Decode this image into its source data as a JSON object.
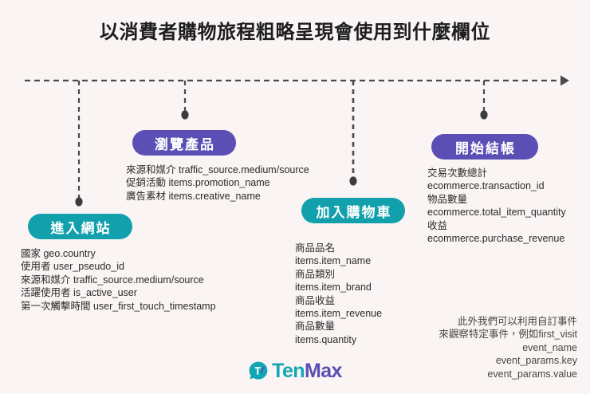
{
  "page": {
    "title": "以消費者購物旅程粗略呈現會使用到什麼欄位",
    "background_color": "#faf4f4",
    "teal": "#12a0ad",
    "purple": "#5b4fb5",
    "line_color": "#4a4a4a"
  },
  "stages": [
    {
      "id": "enter-site",
      "label": "進入網站",
      "color": "teal",
      "fields": [
        {
          "label": "國家",
          "key": "geo.country"
        },
        {
          "label": "使用者",
          "key": "user_pseudo_id"
        },
        {
          "label": "來源和媒介",
          "key": "traffic_source.medium/source"
        },
        {
          "label": "活躍使用者",
          "key": "is_active_user"
        },
        {
          "label": "第一次觸擊時間",
          "key": "user_first_touch_timestamp"
        }
      ]
    },
    {
      "id": "browse-product",
      "label": "瀏覽產品",
      "color": "purple",
      "fields": [
        {
          "label": "來源和媒介",
          "key": "traffic_source.medium/source"
        },
        {
          "label": "促銷活動",
          "key": "items.promotion_name"
        },
        {
          "label": "廣告素材",
          "key": "items.creative_name"
        }
      ]
    },
    {
      "id": "add-to-cart",
      "label": "加入購物車",
      "color": "teal",
      "fields": [
        {
          "label": "商品品名",
          "key": "items.item_name"
        },
        {
          "label": "商品類別",
          "key": "items.item_brand"
        },
        {
          "label": "商品收益",
          "key": "items.item_revenue"
        },
        {
          "label": "商品數量",
          "key": "items.quantity"
        }
      ]
    },
    {
      "id": "begin-checkout",
      "label": "開始結帳",
      "color": "purple",
      "fields": [
        {
          "label": "交易次數總計",
          "key": "ecommerce.transaction_id"
        },
        {
          "label": "物品數量",
          "key": "ecommerce.total_item_quantity"
        },
        {
          "label": "收益",
          "key": "ecommerce.purchase_revenue"
        }
      ]
    }
  ],
  "footnote": {
    "lines": [
      "此外我們可以利用自訂事件",
      "來觀察特定事件，例如first_visit",
      "event_name",
      "event_params.key",
      "event_params.value"
    ]
  },
  "logo": {
    "mark": "tenmax-logo-mark",
    "text_ten": "Ten",
    "text_max": "Max"
  }
}
